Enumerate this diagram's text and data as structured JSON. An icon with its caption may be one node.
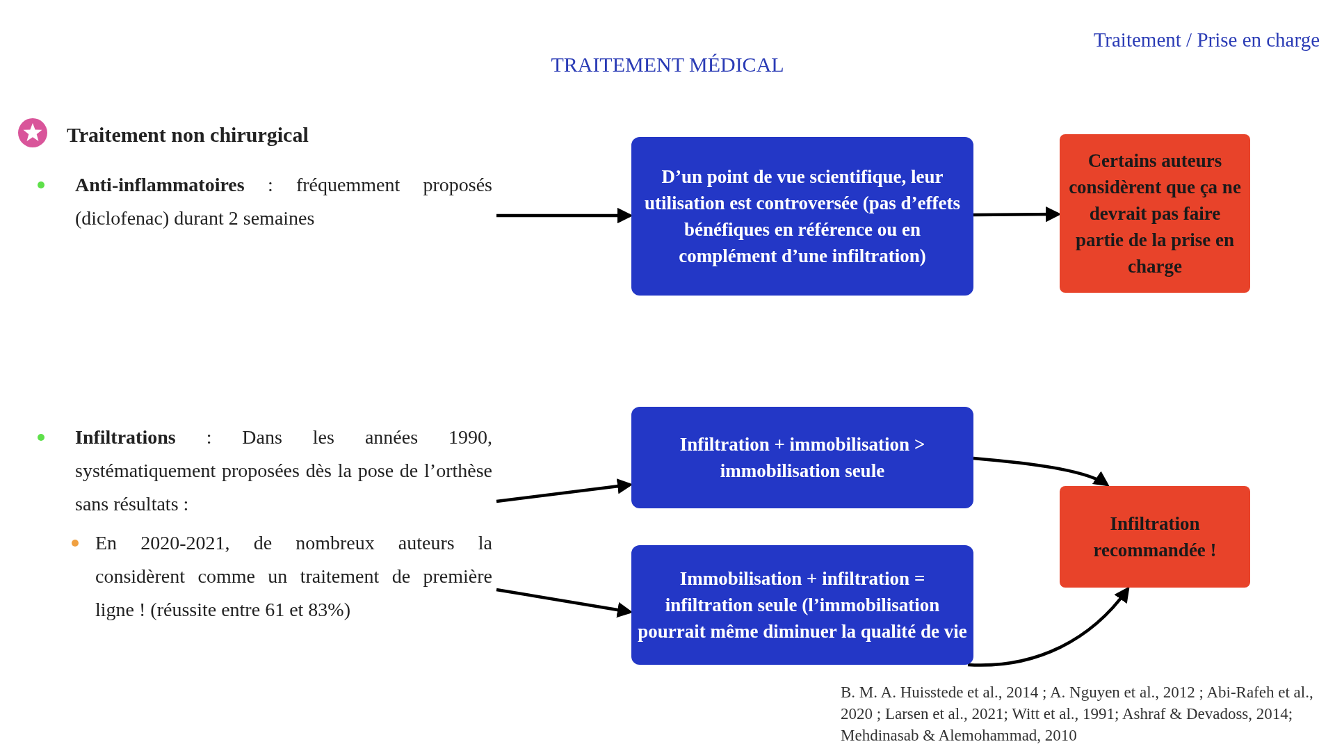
{
  "diagram": {
    "title": "TRAITEMENT MÉDICAL",
    "nodes": [
      {
        "text": [
          "**Anti-inflammatoires** : fréquemment proposés (diclofenac) durant 2 semaines"
        ]
      },
      {
        "text": [
          "D’un point de vue scientifique, leur utilisation est controversée (pas d’effets bénéfiques en référence ou en complément d’une infiltration)"
        ]
      },
      {
        "text": [
          "Certains auteurs considèrent que ça ne devrait pas faire partie de la prise en charge"
        ]
      },
      {
        "text": [
          "**Infiltrations** : Dans les années 1990, systématiquement proposées dès la pose de l’orthèse sans résultats :"
        ]
      },
      {
        "text": [
          "Infiltration + immobilisation > immobilisation seule"
        ]
      },
      {
        "text": [
          "Infiltration recommandée !"
        ]
      },
      {
        "text": [
          "En 2020-2021, de nombreux auteurs la considèrent comme un traitement de première ligne ! (réussite entre 61 et 83%)"
        ]
      },
      {
        "text": [
          "Immobilisation + infiltration = infiltration seule (l’immobilisation pourrait même diminuer la qualité de vie"
        ]
      }
    ],
    "edges": [
      {
        "from": 0,
        "to": 1,
        "arrow": "to"
      },
      {
        "from": 1,
        "to": 2,
        "arrow": "to"
      },
      {
        "from": 3,
        "to": 4,
        "arrow": "to"
      },
      {
        "from": 6,
        "to": 7,
        "arrow": "to"
      },
      {
        "from": 4,
        "to": 5,
        "arrow": "to"
      },
      {
        "from": 7,
        "to": 5,
        "arrow": "to"
      }
    ],
    "labels": [
      "Traitement / Prise en charge",
      "Traitement non chirurgical",
      "B. M. A. Huisstede et al., 2014 ; A. Nguyen et al., 2012 ; Abi-Rafeh et al., 2020 ; Larsen et al., 2021; Witt et al., 1991; Ashraf & Devadoss, 2014; Mehdinasab & Alemohammad, 2010"
    ]
  }
}
